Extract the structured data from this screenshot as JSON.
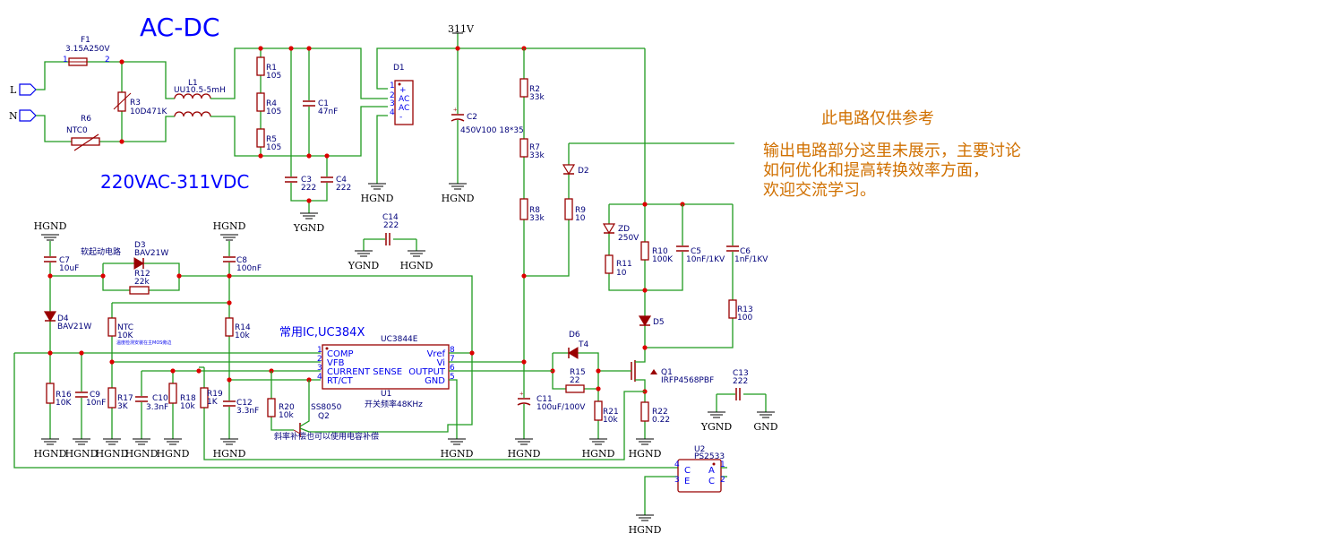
{
  "titles": {
    "main": "AC-DC",
    "conversion": "220VAC-311VDC",
    "ic_note": "常用IC,UC384X",
    "soft_start": "软起动电路",
    "freq": "开关频率48KHz",
    "slope": "斜率补偿也可以使用电容补偿",
    "ntc_note": "温度检测安装在主MOS旁边"
  },
  "right_note": {
    "line0": "此电路仅供参考",
    "line1": "输出电路部分这里未展示，主要讨论",
    "line2": "如何优化和提高转换效率方面，",
    "line3": "欢迎交流学习。"
  },
  "ports": {
    "L": "L",
    "N": "N"
  },
  "nets": {
    "HGND": "HGND",
    "YGND": "YGND",
    "GND": "GND",
    "V311": "311V"
  },
  "colors": {
    "wire": "#1f9a1f",
    "component": "#990000",
    "junction": "#dd0000",
    "label": "#00007a",
    "title": "#0000ff",
    "note": "#d07000"
  },
  "components": {
    "F1": {
      "ref": "F1",
      "value": "3.15A250V",
      "pin1": "1",
      "pin2": "2"
    },
    "R3": {
      "ref": "R3",
      "value": "10D471K"
    },
    "R6": {
      "ref": "R6",
      "value": "NTC0"
    },
    "L1": {
      "ref": "L1",
      "value": "UU10.5-5mH"
    },
    "R1": {
      "ref": "R1",
      "value": "105"
    },
    "R4": {
      "ref": "R4",
      "value": "105"
    },
    "R5": {
      "ref": "R5",
      "value": "105"
    },
    "C1": {
      "ref": "C1",
      "value": "47nF"
    },
    "C3": {
      "ref": "C3",
      "value": "222"
    },
    "C4": {
      "ref": "C4",
      "value": "222"
    },
    "D1": {
      "ref": "D1",
      "pins": [
        "1",
        "2",
        "3",
        "4"
      ],
      "labels": [
        "+",
        "AC",
        "AC",
        "-"
      ]
    },
    "C2": {
      "ref": "C2",
      "value": "450V100 18*35"
    },
    "R2": {
      "ref": "R2",
      "value": "33k"
    },
    "R7": {
      "ref": "R7",
      "value": "33k"
    },
    "R8": {
      "ref": "R8",
      "value": "33k"
    },
    "D2": {
      "ref": "D2"
    },
    "R9": {
      "ref": "R9",
      "value": "10"
    },
    "C14": {
      "ref": "C14",
      "value": "222"
    },
    "ZD": {
      "ref": "ZD",
      "value": "250V"
    },
    "R11": {
      "ref": "R11",
      "value": "10"
    },
    "R10": {
      "ref": "R10",
      "value": "100K"
    },
    "C5": {
      "ref": "C5",
      "value": "10nF/1KV"
    },
    "C6": {
      "ref": "C6",
      "value": "1nF/1KV"
    },
    "R13": {
      "ref": "R13",
      "value": "100"
    },
    "D5": {
      "ref": "D5"
    },
    "D6": {
      "ref": "D6",
      "value": "T4"
    },
    "R15": {
      "ref": "R15",
      "value": "22"
    },
    "R21": {
      "ref": "R21",
      "value": "10k"
    },
    "Q1": {
      "ref": "Q1",
      "value": "IRFP4568PBF"
    },
    "R22": {
      "ref": "R22",
      "value": "0.22"
    },
    "C11": {
      "ref": "C11",
      "value": "100uF/100V"
    },
    "C13": {
      "ref": "C13",
      "value": "222"
    },
    "C7": {
      "ref": "C7",
      "value": "10uF"
    },
    "C8": {
      "ref": "C8",
      "value": "100nF"
    },
    "D3": {
      "ref": "D3",
      "value": "BAV21W"
    },
    "R12": {
      "ref": "R12",
      "value": "22k"
    },
    "D4": {
      "ref": "D4",
      "value": "BAV21W"
    },
    "NTC": {
      "ref": "NTC",
      "value": "10K"
    },
    "R14": {
      "ref": "R14",
      "value": "10k"
    },
    "R16": {
      "ref": "R16",
      "value": "10K"
    },
    "C9": {
      "ref": "C9",
      "value": "10nF"
    },
    "R17": {
      "ref": "R17",
      "value": "3K"
    },
    "C10": {
      "ref": "C10",
      "value": "3.3nF"
    },
    "R18": {
      "ref": "R18",
      "value": "10k"
    },
    "R19": {
      "ref": "R19",
      "value": "1K"
    },
    "C12": {
      "ref": "C12",
      "value": "3.3nF"
    },
    "R20": {
      "ref": "R20",
      "value": "10k"
    },
    "Q2": {
      "ref": "Q2",
      "value": "SS8050"
    },
    "U1": {
      "ref": "U1",
      "value": "UC3844E",
      "left_pins": [
        {
          "n": "1",
          "name": "COMP"
        },
        {
          "n": "2",
          "name": "VFB"
        },
        {
          "n": "3",
          "name": "CURRENT SENSE"
        },
        {
          "n": "4",
          "name": "RT/CT"
        }
      ],
      "right_pins": [
        {
          "n": "8",
          "name": "Vref"
        },
        {
          "n": "7",
          "name": "Vi"
        },
        {
          "n": "6",
          "name": "OUTPUT"
        },
        {
          "n": "5",
          "name": "GND"
        }
      ]
    },
    "U2": {
      "ref": "U2",
      "value": "PS2533",
      "left_pins": [
        {
          "n": "4",
          "name": "C"
        },
        {
          "n": "3",
          "name": "E"
        }
      ],
      "right_pins": [
        {
          "n": "1",
          "name": "A"
        },
        {
          "n": "2",
          "name": "C"
        }
      ]
    }
  }
}
